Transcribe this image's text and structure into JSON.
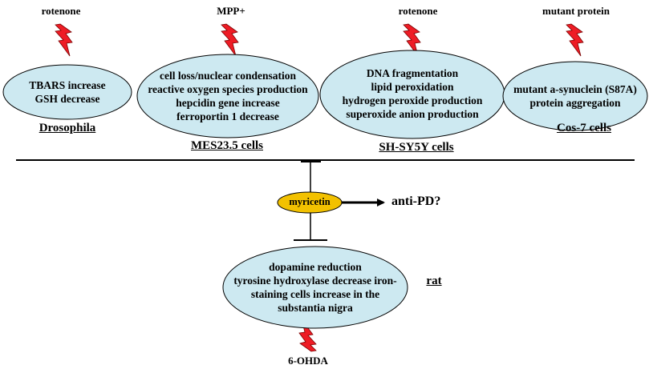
{
  "colors": {
    "ellipse_fill": "#cde9f1",
    "bolt_fill": "#ee1c25",
    "myricetin_fill": "#f2c100",
    "stroke": "#000000"
  },
  "icons": {
    "stimulus": "lightning-bolt-icon"
  },
  "top": [
    {
      "id": "drosophila",
      "stimulus": "rotenone",
      "effects": [
        "TBARS increase",
        "GSH decrease"
      ],
      "model": "Drosophila"
    },
    {
      "id": "mes235",
      "stimulus": "MPP+",
      "effects": [
        "cell loss/nuclear condensation",
        "reactive oxygen species production",
        "hepcidin gene increase",
        "ferroportin 1 decrease"
      ],
      "model": "MES23.5 cells"
    },
    {
      "id": "shsy5y",
      "stimulus": "rotenone",
      "effects": [
        "DNA fragmentation",
        "lipid peroxidation",
        "hydrogen peroxide production",
        "superoxide anion production"
      ],
      "model": "SH-SY5Y cells"
    },
    {
      "id": "cos7",
      "stimulus": "mutant protein",
      "effects": [
        "mutant a-synuclein (S87A)",
        "protein aggregation"
      ],
      "model": "Cos-7 cells"
    }
  ],
  "center": {
    "compound": "myricetin",
    "outcome": "anti-PD?"
  },
  "bottom": {
    "effects": [
      "dopamine reduction",
      "tyrosine hydroxylase decrease iron-",
      "staining cells increase in the",
      "substantia nigra"
    ],
    "model": "rat",
    "stimulus": "6-OHDA"
  }
}
